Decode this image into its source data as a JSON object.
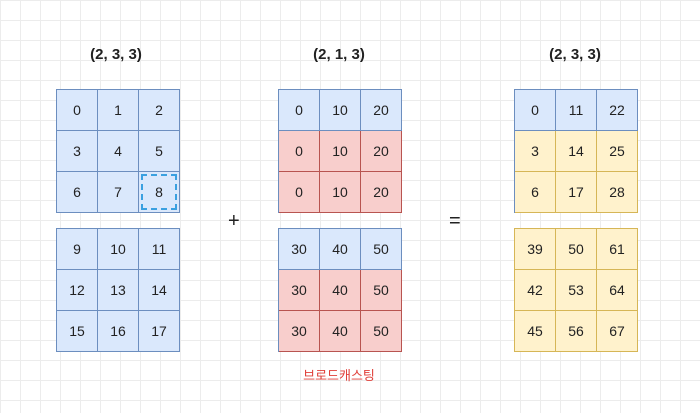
{
  "shapes": {
    "left": "(2, 3, 3)",
    "middle": "(2, 1, 3)",
    "right": "(2, 3, 3)"
  },
  "operators": {
    "plus": "+",
    "equals": "="
  },
  "broadcast_label": "브로드캐스팅",
  "colors": {
    "blue": "#dae8fc",
    "red": "#f8cecc",
    "yellow": "#fff2cc",
    "selection": "#3aa0e0"
  },
  "left_blocks": [
    {
      "rows": [
        [
          "0",
          "1",
          "2"
        ],
        [
          "3",
          "4",
          "5"
        ],
        [
          "6",
          "7",
          "8"
        ]
      ]
    },
    {
      "rows": [
        [
          "9",
          "10",
          "11"
        ],
        [
          "12",
          "13",
          "14"
        ],
        [
          "15",
          "16",
          "17"
        ]
      ]
    }
  ],
  "middle_blocks": [
    {
      "rows": [
        [
          "0",
          "10",
          "20"
        ],
        [
          "0",
          "10",
          "20"
        ],
        [
          "0",
          "10",
          "20"
        ]
      ]
    },
    {
      "rows": [
        [
          "30",
          "40",
          "50"
        ],
        [
          "30",
          "40",
          "50"
        ],
        [
          "30",
          "40",
          "50"
        ]
      ]
    }
  ],
  "right_blocks": [
    {
      "rows": [
        [
          "0",
          "11",
          "22"
        ],
        [
          "3",
          "14",
          "25"
        ],
        [
          "6",
          "17",
          "28"
        ]
      ]
    },
    {
      "rows": [
        [
          "39",
          "50",
          "61"
        ],
        [
          "42",
          "53",
          "64"
        ],
        [
          "45",
          "56",
          "67"
        ]
      ]
    }
  ]
}
